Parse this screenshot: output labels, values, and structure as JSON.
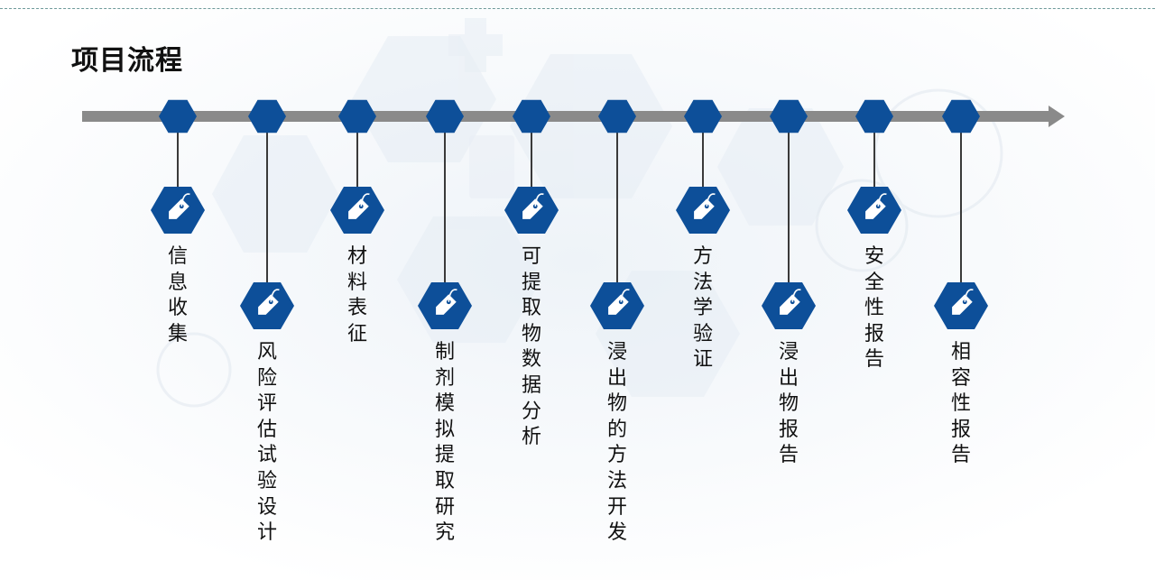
{
  "page": {
    "title": "项目流程"
  },
  "theme": {
    "node_color": "#0d4f99",
    "arrow_color": "#8a8a8a",
    "connector_color": "#3a3a3a",
    "text_color": "#111111"
  },
  "steps": [
    {
      "label": "信息收集",
      "icon": "price-tag-icon"
    },
    {
      "label": "风险评估试验设计",
      "icon": "price-tag-icon"
    },
    {
      "label": "材料表征",
      "icon": "price-tag-icon"
    },
    {
      "label": "制剂模拟提取研究",
      "icon": "price-tag-icon"
    },
    {
      "label": "可提取物数据分析",
      "icon": "price-tag-icon"
    },
    {
      "label": "浸出物的方法开发",
      "icon": "price-tag-icon"
    },
    {
      "label": "方法学验证",
      "icon": "price-tag-icon"
    },
    {
      "label": "浸出物报告",
      "icon": "price-tag-icon"
    },
    {
      "label": "安全性报告",
      "icon": "price-tag-icon"
    },
    {
      "label": "相容性报告",
      "icon": "price-tag-icon"
    }
  ]
}
